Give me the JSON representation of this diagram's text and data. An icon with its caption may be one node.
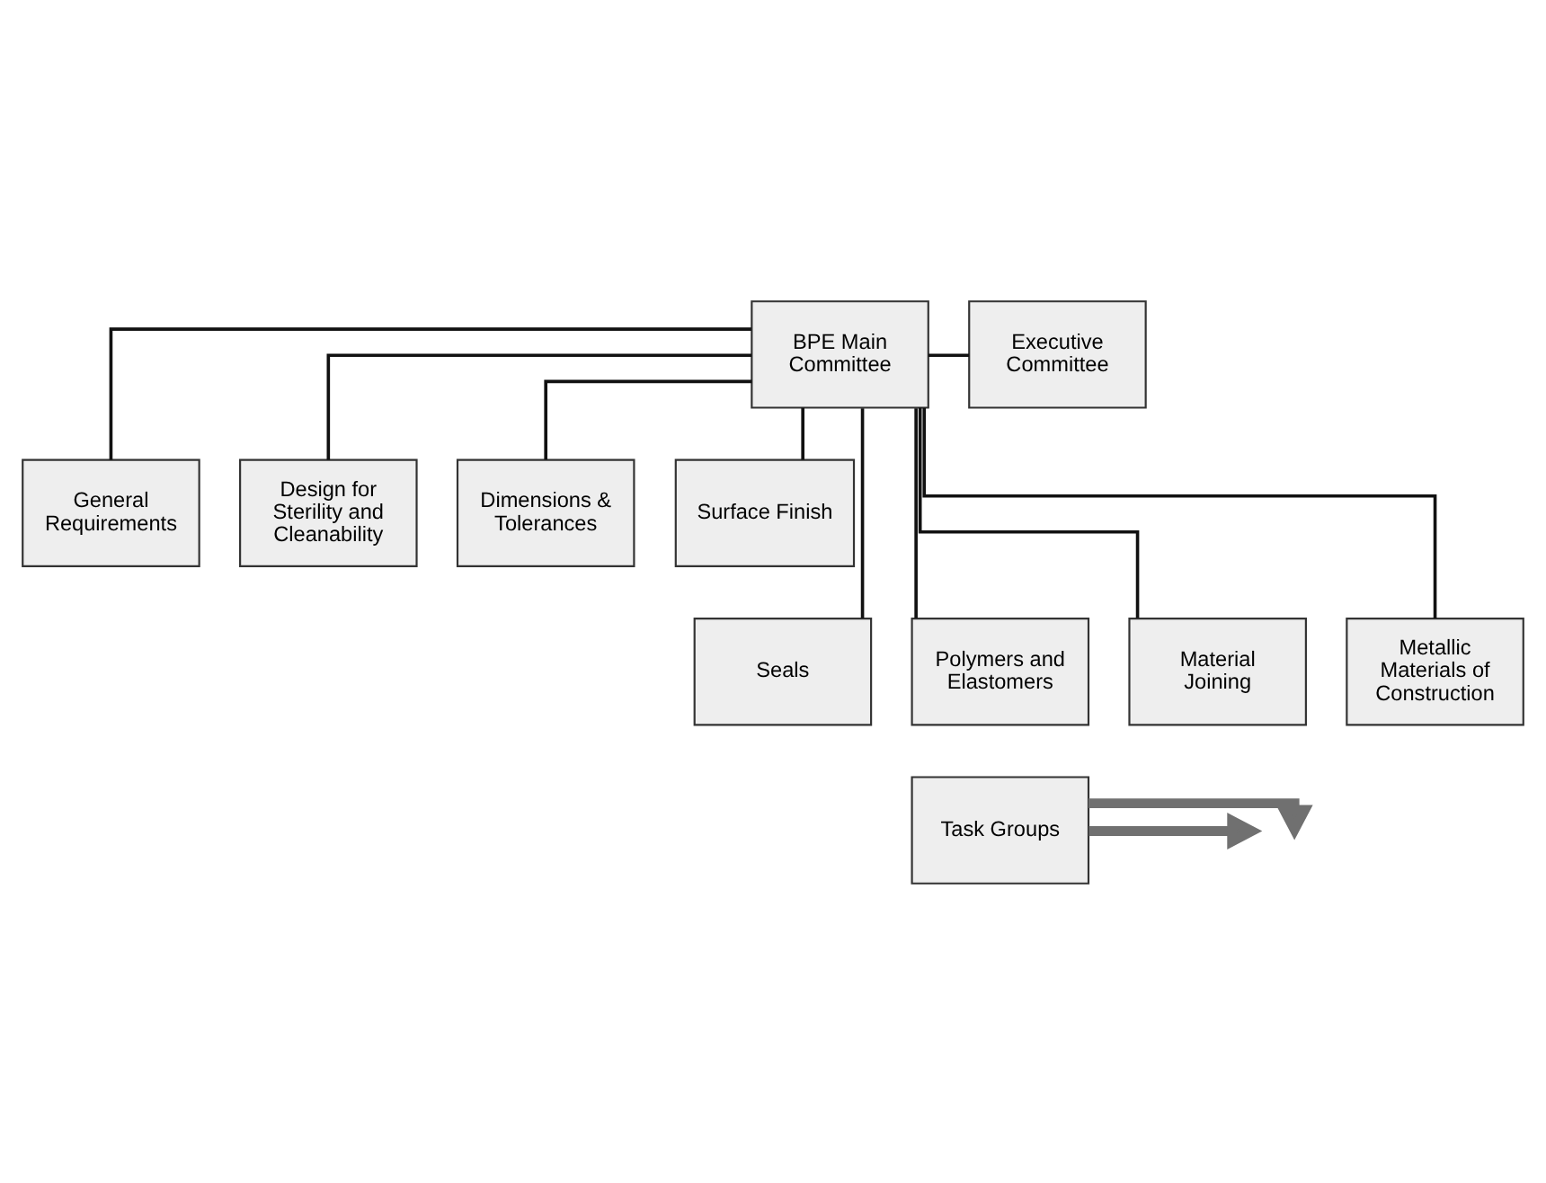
{
  "diagram": {
    "nodes": [
      {
        "text": [
          "BPE Main Committee"
        ]
      },
      {
        "text": [
          "Executive Committee"
        ]
      },
      {
        "text": [
          "General Requirements"
        ]
      },
      {
        "text": [
          "Design for Sterility and Cleanability"
        ]
      },
      {
        "text": [
          "Dimensions & Tolerances"
        ]
      },
      {
        "text": [
          "Surface Finish"
        ]
      },
      {
        "text": [
          "Seals"
        ]
      },
      {
        "text": [
          "Polymers and Elastomers"
        ]
      },
      {
        "text": [
          "Material Joining"
        ]
      },
      {
        "text": [
          "Metallic Materials of Construction"
        ]
      },
      {
        "text": [
          "Task Groups"
        ]
      }
    ],
    "edges": [
      {
        "from": 0,
        "to": 1,
        "arrow": "none"
      },
      {
        "from": 0,
        "to": 2,
        "arrow": "none"
      },
      {
        "from": 0,
        "to": 3,
        "arrow": "none"
      },
      {
        "from": 0,
        "to": 4,
        "arrow": "none"
      },
      {
        "from": 0,
        "to": 5,
        "arrow": "none"
      },
      {
        "from": 0,
        "to": 6,
        "arrow": "none"
      },
      {
        "from": 0,
        "to": 7,
        "arrow": "none"
      },
      {
        "from": 0,
        "to": 8,
        "arrow": "none"
      },
      {
        "from": 0,
        "to": 9,
        "arrow": "none"
      },
      {
        "from": 10,
        "to": null,
        "arrow": "to",
        "color": "#707070",
        "style": "thick"
      },
      {
        "from": 10,
        "to": null,
        "arrow": "to",
        "color": "#707070",
        "style": "thick"
      }
    ]
  }
}
